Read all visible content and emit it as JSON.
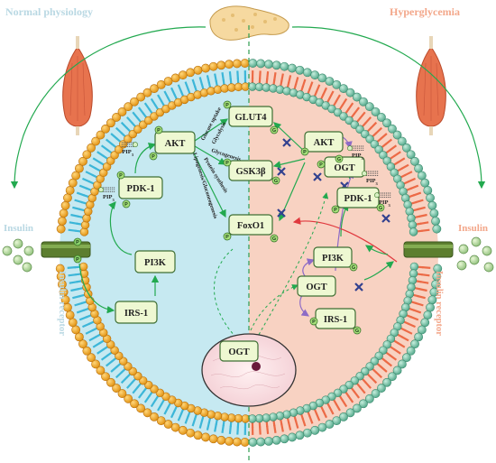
{
  "titles": {
    "normal": "Normal physiology",
    "hyper": "Hyperglycemia"
  },
  "labels": {
    "insulin_left": "Insulin",
    "insulin_right": "Insulin",
    "receptor_left": "Insulin receptor",
    "receptor_right": "Insulin receptor",
    "pip3": "PIP",
    "pip3_sub": "3"
  },
  "left_nodes": {
    "akt": "AKT",
    "pdk1": "PDK-1",
    "pi3k": "PI3K",
    "irs1": "IRS-1"
  },
  "center_nodes": {
    "glut4": "GLUT4",
    "gsk3b": "GSK3β",
    "foxo1": "FoxO1"
  },
  "right_nodes": {
    "akt": "AKT",
    "ogt": "OGT",
    "pdk1": "PDK-1",
    "pi3k": "PI3K",
    "ogt_mid": "OGT",
    "irs1": "IRS-1"
  },
  "nucleus_label": "OGT",
  "processes": {
    "glucose_uptake": "Glucose uptake",
    "glycolysis": "Glycolysis",
    "glycogenesis": "Glycogenesis",
    "protein_synthesis": "Protein synthesis",
    "lipogenesis": "Lipogenesis/Gluconeogenesis"
  },
  "badges": {
    "phospho": "P",
    "glcnac": "G"
  },
  "colors": {
    "left_fill": "#c6e9f1",
    "right_fill": "#f8d2c2",
    "left_head": "#f2a623",
    "left_tail": "#3cb6d8",
    "right_head": "#7fc7a9",
    "right_tail": "#ec6a46",
    "title_left": "#b9d8e3",
    "title_right": "#f3a78a",
    "arrow_green": "#22a94f",
    "arrow_red": "#e0393e",
    "arrow_purple": "#8d6bc6",
    "block_x": "#33418f",
    "node_fill": "#eef8d2",
    "node_stroke": "#3f6f34"
  }
}
